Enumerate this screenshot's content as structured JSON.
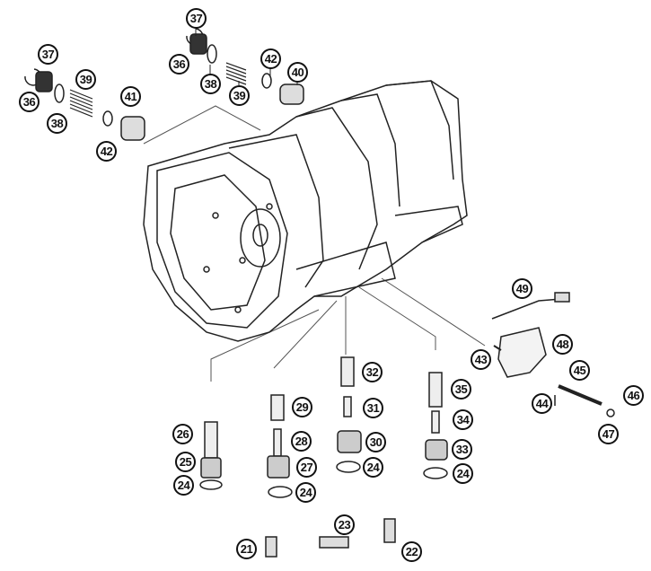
{
  "diagram": {
    "callouts": [
      {
        "id": "c37a",
        "label": "37"
      },
      {
        "id": "c36a",
        "label": "36"
      },
      {
        "id": "c38a",
        "label": "38"
      },
      {
        "id": "c39a",
        "label": "39"
      },
      {
        "id": "c42a",
        "label": "42"
      },
      {
        "id": "c40",
        "label": "40"
      },
      {
        "id": "c37b",
        "label": "37"
      },
      {
        "id": "c36b",
        "label": "36"
      },
      {
        "id": "c38b",
        "label": "38"
      },
      {
        "id": "c39b",
        "label": "39"
      },
      {
        "id": "c42b",
        "label": "42"
      },
      {
        "id": "c41",
        "label": "41"
      },
      {
        "id": "c49",
        "label": "49"
      },
      {
        "id": "c48",
        "label": "48"
      },
      {
        "id": "c43",
        "label": "43"
      },
      {
        "id": "c45",
        "label": "45"
      },
      {
        "id": "c44",
        "label": "44"
      },
      {
        "id": "c46",
        "label": "46"
      },
      {
        "id": "c47",
        "label": "47"
      },
      {
        "id": "c26",
        "label": "26"
      },
      {
        "id": "c25",
        "label": "25"
      },
      {
        "id": "c24a",
        "label": "24"
      },
      {
        "id": "c29",
        "label": "29"
      },
      {
        "id": "c28",
        "label": "28"
      },
      {
        "id": "c27",
        "label": "27"
      },
      {
        "id": "c24b",
        "label": "24"
      },
      {
        "id": "c32",
        "label": "32"
      },
      {
        "id": "c31",
        "label": "31"
      },
      {
        "id": "c30",
        "label": "30"
      },
      {
        "id": "c24c",
        "label": "24"
      },
      {
        "id": "c35",
        "label": "35"
      },
      {
        "id": "c34",
        "label": "34"
      },
      {
        "id": "c33",
        "label": "33"
      },
      {
        "id": "c24d",
        "label": "24"
      },
      {
        "id": "c23",
        "label": "23"
      },
      {
        "id": "c21",
        "label": "21"
      },
      {
        "id": "c22",
        "label": "22"
      }
    ]
  }
}
